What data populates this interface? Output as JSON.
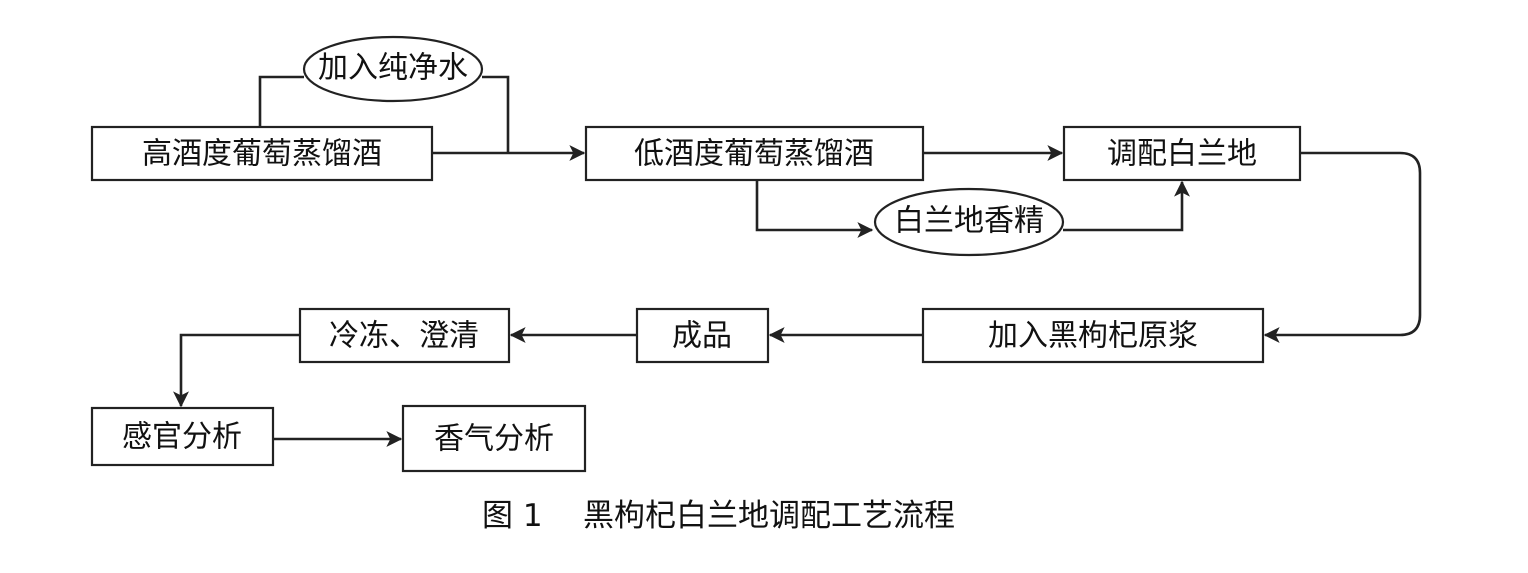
{
  "nodes": {
    "high_proof": "高酒度葡萄蒸馏酒",
    "add_water": "加入纯净水",
    "low_proof": "低酒度葡萄蒸馏酒",
    "essence": "白兰地香精",
    "blend": "调配白兰地",
    "add_juice": "加入黑枸杞原浆",
    "product": "成品",
    "freeze_clarify": "冷冻、澄清",
    "sensory": "感官分析",
    "aroma": "香气分析"
  },
  "caption": {
    "number": "图 1",
    "title": "黑枸杞白兰地调配工艺流程"
  }
}
